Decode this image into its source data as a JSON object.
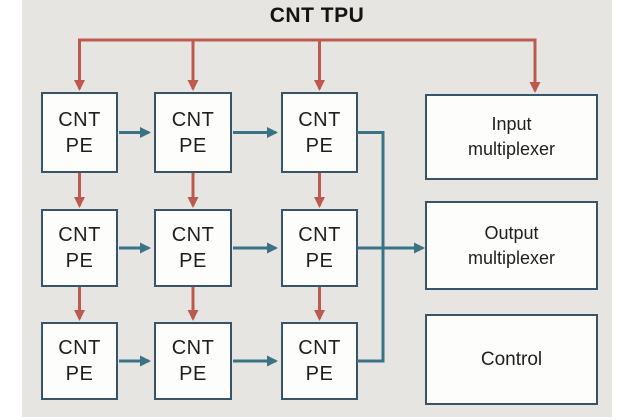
{
  "figure": {
    "title": "CNT TPU"
  },
  "pe_grid": {
    "rows": 3,
    "cols": 3,
    "label_line1": "CNT",
    "label_line2": "PE"
  },
  "blocks": {
    "input_mux": {
      "line1": "Input",
      "line2": "multiplexer"
    },
    "output_mux": {
      "line1": "Output",
      "line2": "multiplexer"
    },
    "control": {
      "line1": "Control"
    }
  },
  "colors": {
    "control_path_red": "#bc5a4e",
    "data_path_teal": "#3a7286",
    "box_border": "#375469",
    "panel_background": "#e6e5e2",
    "box_fill": "#fdfdfc",
    "text": "#1e1e1e"
  }
}
